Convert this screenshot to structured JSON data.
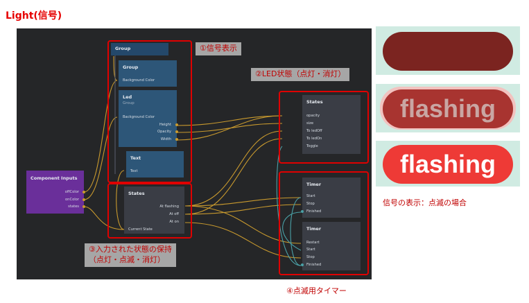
{
  "page_title": "Light(信号)",
  "callouts": {
    "c1": "①信号表示",
    "c2": "②LED状態（点灯・消灯）",
    "c3_line1": "③入力された状態の保持",
    "c3_line2": "（点灯・点滅・消灯）",
    "c4": "④点滅用タイマー"
  },
  "nodes": {
    "group_outer": {
      "title": "Group"
    },
    "group_inner": {
      "title": "Group",
      "ports": [
        "Background Color"
      ]
    },
    "led": {
      "title": "Led",
      "subtitle": "Group",
      "ports": [
        "Background Color",
        "Height",
        "Opacity",
        "Width"
      ]
    },
    "text": {
      "title": "Text",
      "ports": [
        "Text"
      ]
    },
    "component_inputs": {
      "title": "Component Inputs",
      "ports": [
        "offColor",
        "onColor",
        "states"
      ]
    },
    "states_mid": {
      "title": "States",
      "ports": [
        "At flashing",
        "At off",
        "At on",
        "Current State"
      ]
    },
    "states_right": {
      "title": "States",
      "ports": [
        "opacity",
        "size",
        "To ledOff",
        "To ledOn",
        "Toggle"
      ]
    },
    "timer1": {
      "title": "Timer",
      "ports": [
        "Start",
        "Stop",
        "Finished"
      ]
    },
    "timer2": {
      "title": "Timer",
      "ports": [
        "Restart",
        "Start",
        "Stop",
        "Finished"
      ]
    }
  },
  "previews": {
    "flashing_faded": "flashing",
    "flashing_bright": "flashing",
    "caption": "信号の表示：点滅の場合"
  },
  "colors": {
    "red_annotation": "#e00000",
    "led_off": "#7b2420",
    "led_on": "#ee3a36",
    "node_blue": "#2d5678",
    "node_dark": "#3a3d45",
    "node_purple": "#6a2f9a",
    "wire": "#c99a2e"
  }
}
